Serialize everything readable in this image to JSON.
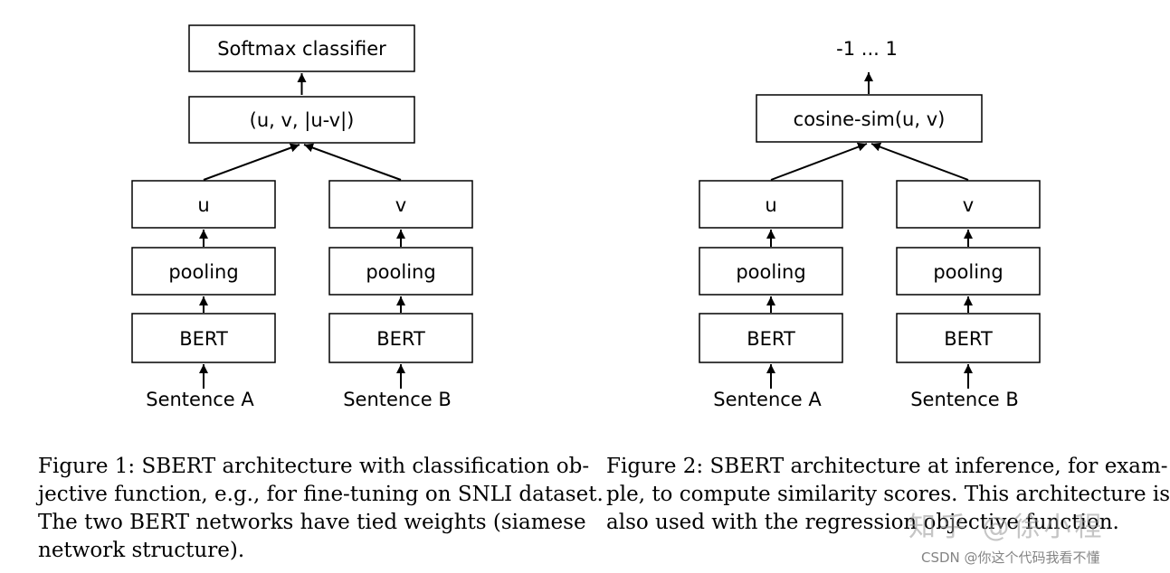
{
  "figure1": {
    "top_box": "Softmax classifier",
    "concat_box": "(u, v, |u-v|)",
    "left": {
      "embedding": "u",
      "pooling": "pooling",
      "encoder": "BERT",
      "input": "Sentence A"
    },
    "right": {
      "embedding": "v",
      "pooling": "pooling",
      "encoder": "BERT",
      "input": "Sentence B"
    },
    "caption_lines": [
      "Figure 1:  SBERT architecture with classification ob-",
      "jective function, e.g., for fine-tuning on SNLI dataset.",
      "The two BERT networks have tied weights (siamese",
      "network structure)."
    ]
  },
  "figure2": {
    "output": "-1 ... 1",
    "similarity_box": "cosine-sim(u, v)",
    "left": {
      "embedding": "u",
      "pooling": "pooling",
      "encoder": "BERT",
      "input": "Sentence A"
    },
    "right": {
      "embedding": "v",
      "pooling": "pooling",
      "encoder": "BERT",
      "input": "Sentence B"
    },
    "caption_lines": [
      "Figure 2:  SBERT architecture at inference, for exam-",
      "ple, to compute similarity scores.  This architecture is",
      "also used with the regression objective function."
    ]
  },
  "watermark": {
    "zhihu": "知乎 @徐小程",
    "csdn": "CSDN @你这个代码我看不懂"
  }
}
